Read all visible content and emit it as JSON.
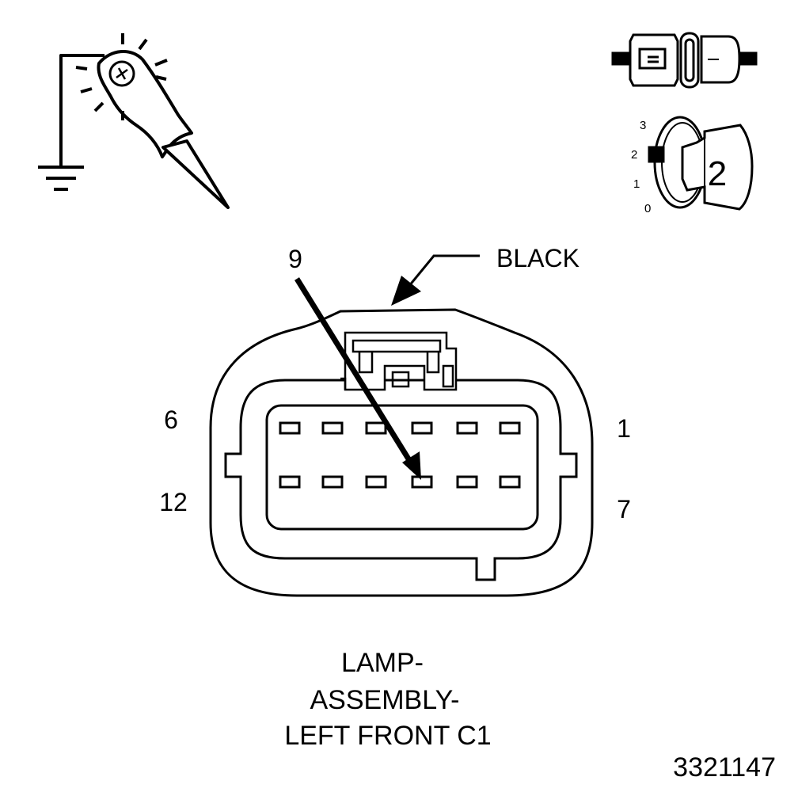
{
  "callout": {
    "label": "BLACK"
  },
  "pins": {
    "highlighted": "9",
    "top_left": "6",
    "top_right": "1",
    "bottom_left": "12",
    "bottom_right": "7"
  },
  "ignition": {
    "positions": [
      "3",
      "2",
      "1",
      "0"
    ],
    "key_number": "2"
  },
  "caption": {
    "line1": "LAMP-",
    "line2": "ASSEMBLY-",
    "line3": "LEFT FRONT C1"
  },
  "figure_id": "3321147"
}
